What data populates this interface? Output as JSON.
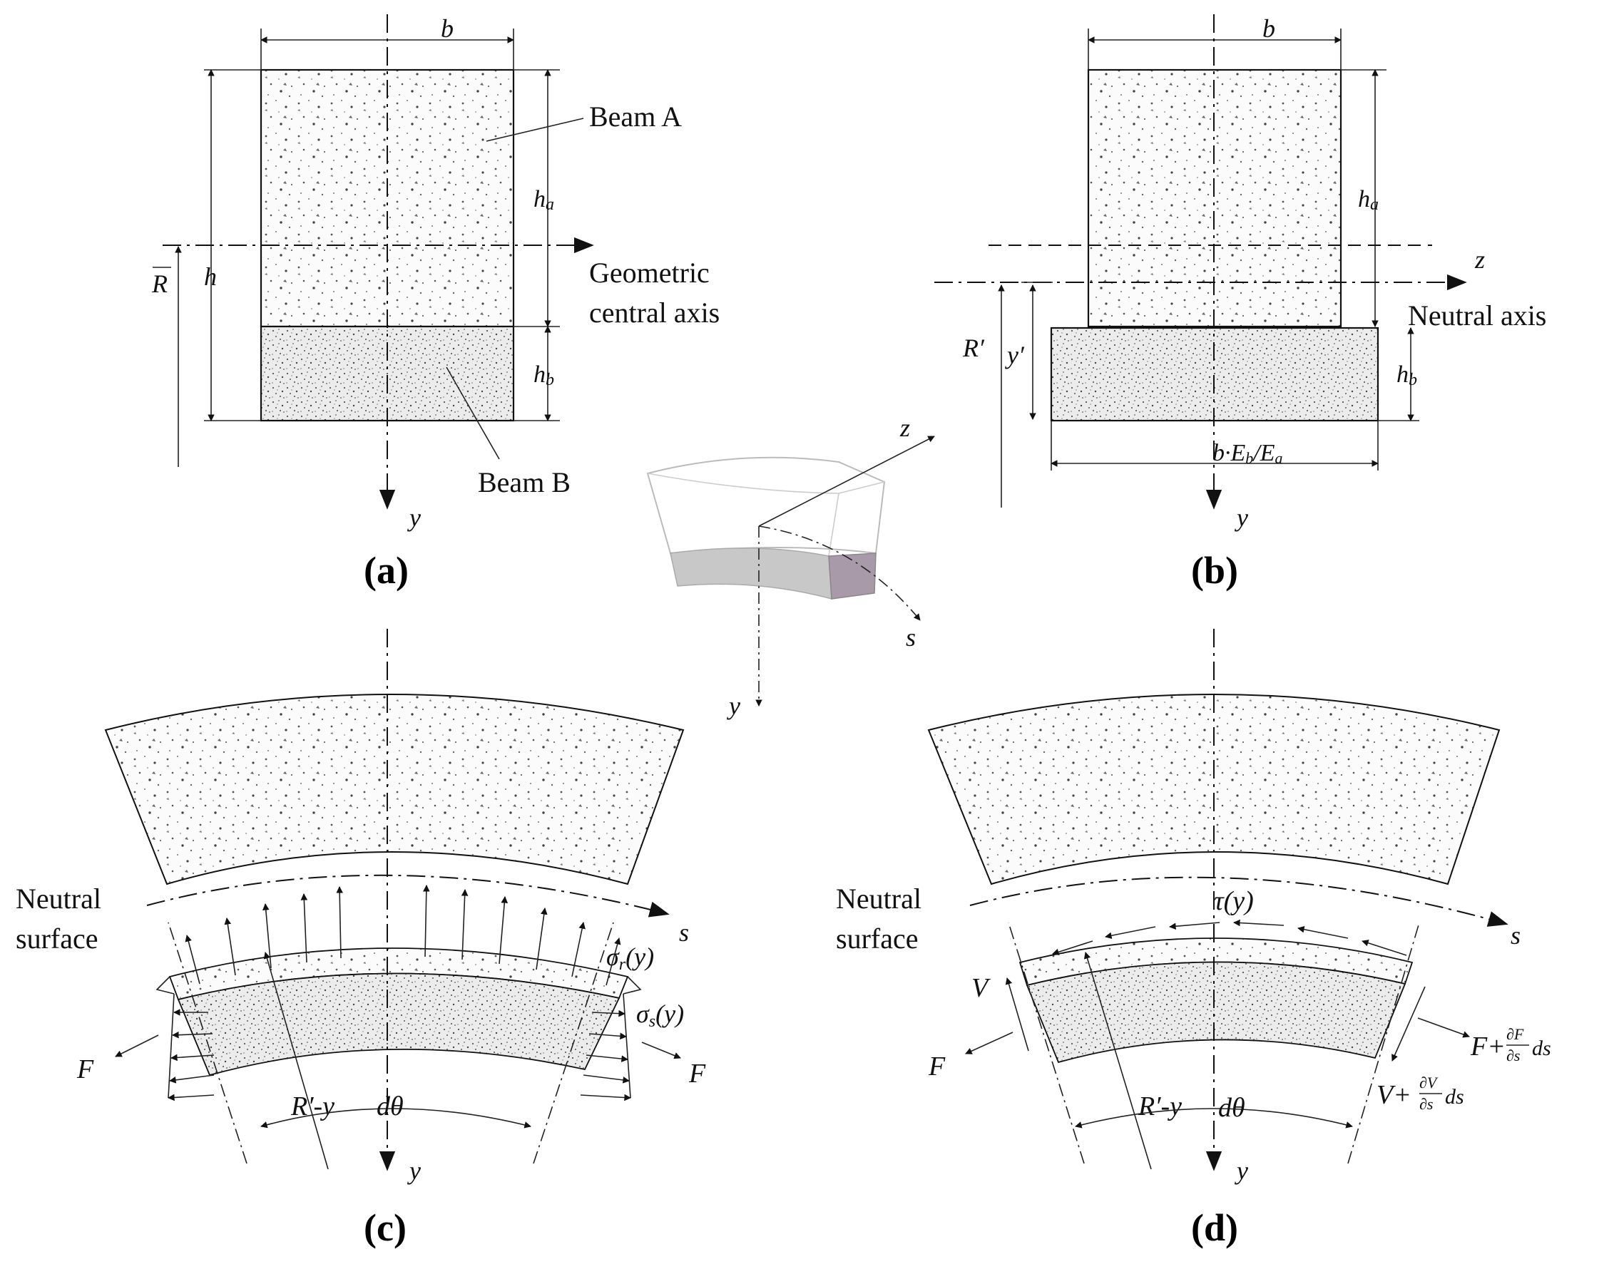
{
  "panels": {
    "a": {
      "caption": "(a)",
      "b": "b",
      "h": "h",
      "ha": "h",
      "ha_sub": "a",
      "hb": "h",
      "hb_sub": "b",
      "R_bar": "R",
      "y": "y",
      "beam_a": "Beam A",
      "beam_b": "Beam B",
      "geo_axis_line1": "Geometric",
      "geo_axis_line2": "central axis"
    },
    "b": {
      "caption": "(b)",
      "b": "b",
      "ha": "h",
      "ha_sub": "a",
      "hb": "h",
      "hb_sub": "b",
      "z": "z",
      "y": "y",
      "R_prime": "R′",
      "y_prime": "y′",
      "neutral_axis": "Neutral axis",
      "width_label": "b·E",
      "width_sub1": "b",
      "width_mid": "/E",
      "width_sub2": "a"
    },
    "center": {
      "z": "z",
      "s": "s",
      "y": "y"
    },
    "c": {
      "caption": "(c)",
      "neutral_line1": "Neutral",
      "neutral_line2": "surface",
      "s": "s",
      "sigma_r": "σ",
      "sigma_r_sub": "r",
      "sigma_r_arg": "(y)",
      "sigma_s": "σ",
      "sigma_s_sub": "s",
      "sigma_s_arg": "(y)",
      "F_left": "F",
      "F_right": "F",
      "R_minus_y": "R′-y",
      "dtheta": "dθ",
      "y": "y"
    },
    "d": {
      "caption": "(d)",
      "neutral_line1": "Neutral",
      "neutral_line2": "surface",
      "tau": "τ(y)",
      "s": "s",
      "V": "V",
      "F": "F",
      "F_plus": "F+",
      "F_frac_num": "∂F",
      "F_frac_den": "∂s",
      "F_ds": "ds",
      "V_plus": "V+",
      "V_frac_num": "∂V",
      "V_frac_den": "∂s",
      "V_ds": "ds",
      "R_minus_y": "R′-y",
      "dtheta": "dθ",
      "y": "y"
    }
  },
  "colors": {
    "ink": "#111111",
    "beam_b_shade": "#c8c8c8",
    "beam_b_end_face": "#a89aa8"
  }
}
